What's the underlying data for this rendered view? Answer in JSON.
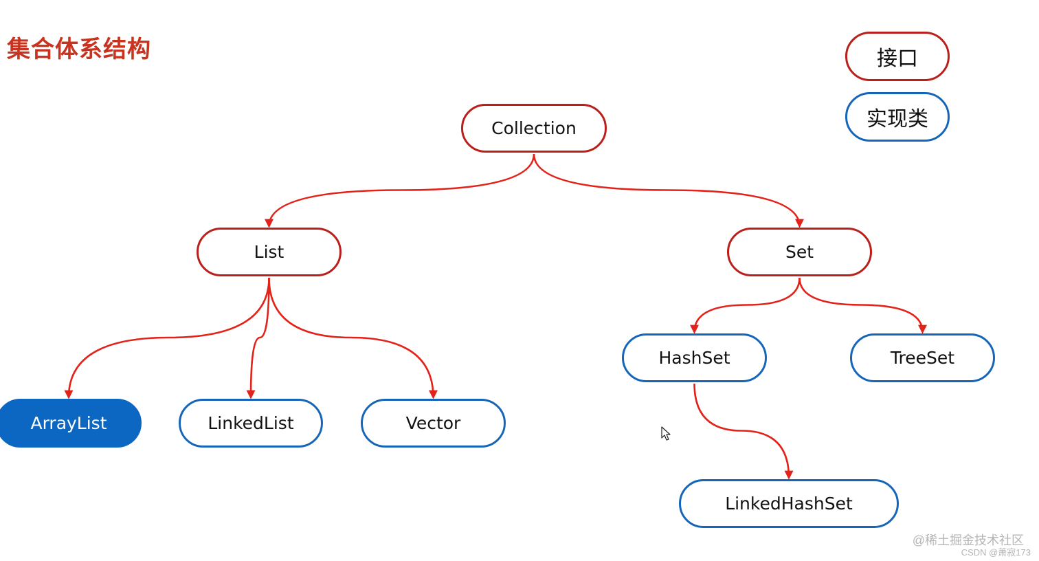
{
  "title": "集合体系结构",
  "legend": {
    "interface_label": "接口",
    "impl_label": "实现类"
  },
  "nodes": {
    "collection": "Collection",
    "list": "List",
    "set": "Set",
    "arraylist": "ArrayList",
    "linkedlist": "LinkedList",
    "vector": "Vector",
    "hashset": "HashSet",
    "treeset": "TreeSet",
    "linkedhashset": "LinkedHashSet"
  },
  "edges": [
    [
      "collection",
      "list"
    ],
    [
      "collection",
      "set"
    ],
    [
      "list",
      "arraylist"
    ],
    [
      "list",
      "linkedlist"
    ],
    [
      "list",
      "vector"
    ],
    [
      "set",
      "hashset"
    ],
    [
      "set",
      "treeset"
    ],
    [
      "hashset",
      "linkedhashset"
    ]
  ],
  "colors": {
    "interface_border": "#b91f1b",
    "impl_border": "#1565b8",
    "edge": "#e2231a",
    "title": "#c8331f",
    "selected_fill": "#0b67c2"
  },
  "watermark": {
    "line1": "@稀土掘金技术社区",
    "line2": "CSDN @萧寂173"
  }
}
